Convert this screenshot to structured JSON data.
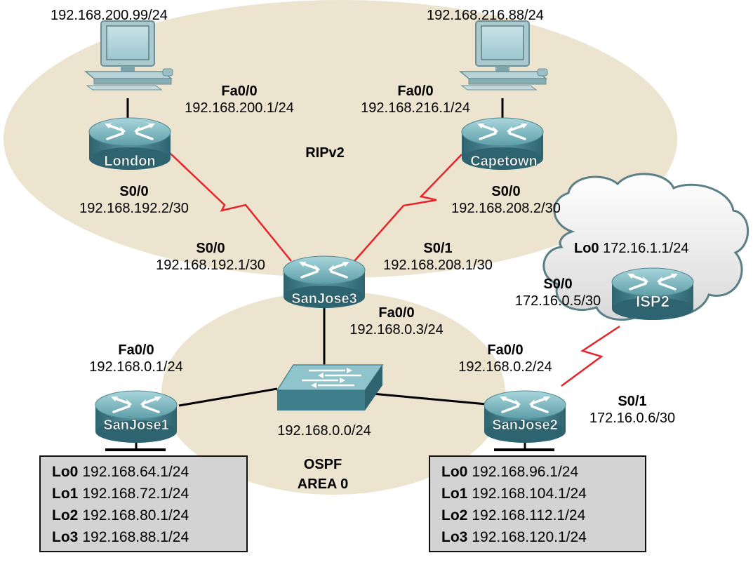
{
  "regions": {
    "rip": "RIPv2",
    "ospf_line1": "OSPF",
    "ospf_line2": "AREA 0"
  },
  "hosts": {
    "london_pc": "192.168.200.99/24",
    "capetown_pc": "192.168.216.88/24"
  },
  "routers": {
    "london": "London",
    "capetown": "Capetown",
    "sanjose3": "SanJose3",
    "sanjose1": "SanJose1",
    "sanjose2": "SanJose2",
    "isp2": "ISP2"
  },
  "interfaces": {
    "london_fa": {
      "name": "Fa0/0",
      "ip": "192.168.200.1/24"
    },
    "capetown_fa": {
      "name": "Fa0/0",
      "ip": "192.168.216.1/24"
    },
    "london_s": {
      "name": "S0/0",
      "ip": "192.168.192.2/30"
    },
    "capetown_s": {
      "name": "S0/0",
      "ip": "192.168.208.2/30"
    },
    "sj3_s00": {
      "name": "S0/0",
      "ip": "192.168.192.1/30"
    },
    "sj3_s01": {
      "name": "S0/1",
      "ip": "192.168.208.1/30"
    },
    "sj3_fa": {
      "name": "Fa0/0",
      "ip": "192.168.0.3/24"
    },
    "sj1_fa": {
      "name": "Fa0/0",
      "ip": "192.168.0.1/24"
    },
    "sj2_fa": {
      "name": "Fa0/0",
      "ip": "192.168.0.2/24"
    },
    "sj2_s01": {
      "name": "S0/1",
      "ip": "172.16.0.6/30"
    },
    "isp2_s00": {
      "name": "S0/0",
      "ip": "172.16.0.5/30"
    },
    "isp2_lo0": {
      "name": "Lo0",
      "ip": "172.16.1.1/24"
    }
  },
  "lan": "192.168.0.0/24",
  "sj1_loopbacks": [
    {
      "name": "Lo0",
      "ip": "192.168.64.1/24"
    },
    {
      "name": "Lo1",
      "ip": "192.168.72.1/24"
    },
    {
      "name": "Lo2",
      "ip": "192.168.80.1/24"
    },
    {
      "name": "Lo3",
      "ip": "192.168.88.1/24"
    }
  ],
  "sj2_loopbacks": [
    {
      "name": "Lo0",
      "ip": "192.168.96.1/24"
    },
    {
      "name": "Lo1",
      "ip": "192.168.104.1/24"
    },
    {
      "name": "Lo2",
      "ip": "192.168.112.1/24"
    },
    {
      "name": "Lo3",
      "ip": "192.168.120.1/24"
    }
  ],
  "colors": {
    "area": "#ede4cf",
    "serial_link": "#e8232a",
    "router_body": "#3f7f8c",
    "router_top": "#8fc4cc",
    "loopback_box": "#d3d3d3",
    "cloud": "#eeeeee"
  }
}
